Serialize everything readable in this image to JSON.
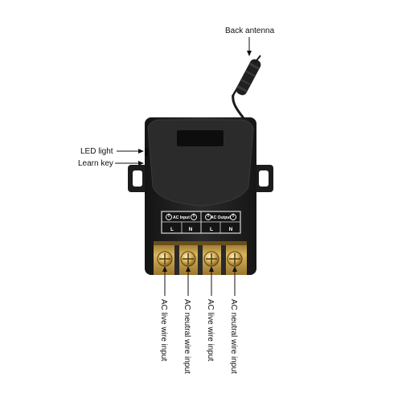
{
  "callouts": {
    "back_antenna": "Back antenna",
    "led_light": "LED light",
    "learn_key": "Learn key"
  },
  "terminal_block": {
    "input_label": "AC Input",
    "output_label": "AC Output",
    "line_label": "L",
    "neutral_label": "N"
  },
  "wires": [
    "AC live wire input",
    "AC neutral wire input",
    "AC live wire input",
    "AC neutral wire input"
  ],
  "colors": {
    "housing": "#1e1e1e",
    "brass": "#c9a24a",
    "callout_line": "#111111"
  }
}
